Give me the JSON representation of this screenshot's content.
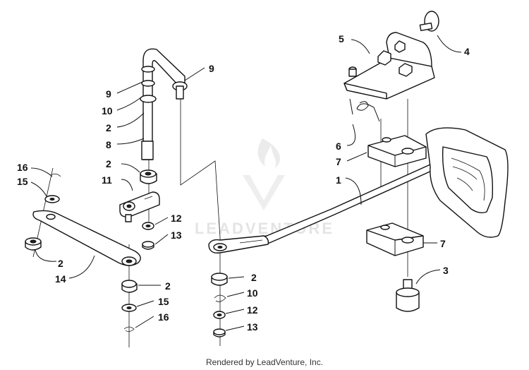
{
  "diagram": {
    "watermark_text": "LEADVENTURE",
    "footer": "Rendered by LeadVenture, Inc.",
    "callouts": [
      {
        "id": "c1",
        "label": "1"
      },
      {
        "id": "c2a",
        "label": "2"
      },
      {
        "id": "c2b",
        "label": "2"
      },
      {
        "id": "c2c",
        "label": "2"
      },
      {
        "id": "c2d",
        "label": "2"
      },
      {
        "id": "c2e",
        "label": "2"
      },
      {
        "id": "c3",
        "label": "3"
      },
      {
        "id": "c4",
        "label": "4"
      },
      {
        "id": "c5",
        "label": "5"
      },
      {
        "id": "c6",
        "label": "6"
      },
      {
        "id": "c7a",
        "label": "7"
      },
      {
        "id": "c7b",
        "label": "7"
      },
      {
        "id": "c8",
        "label": "8"
      },
      {
        "id": "c9a",
        "label": "9"
      },
      {
        "id": "c9b",
        "label": "9"
      },
      {
        "id": "c10a",
        "label": "10"
      },
      {
        "id": "c10b",
        "label": "10"
      },
      {
        "id": "c11",
        "label": "11"
      },
      {
        "id": "c12a",
        "label": "12"
      },
      {
        "id": "c12b",
        "label": "12"
      },
      {
        "id": "c13a",
        "label": "13"
      },
      {
        "id": "c13b",
        "label": "13"
      },
      {
        "id": "c14",
        "label": "14"
      },
      {
        "id": "c15a",
        "label": "15"
      },
      {
        "id": "c15b",
        "label": "15"
      },
      {
        "id": "c16a",
        "label": "16"
      },
      {
        "id": "c16b",
        "label": "16"
      }
    ]
  }
}
